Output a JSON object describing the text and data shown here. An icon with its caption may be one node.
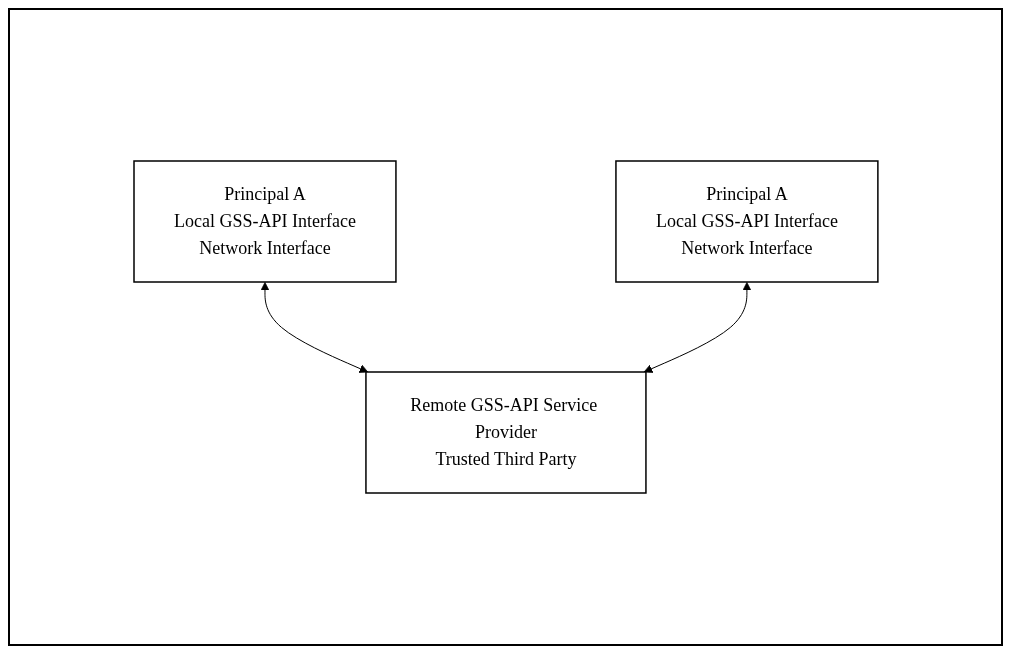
{
  "diagram": {
    "nodes": [
      {
        "text": [
          "Principal A",
          "Local GSS-API Interface",
          "Network Interface"
        ]
      },
      {
        "text": [
          "Principal A",
          "Local GSS-API Interface",
          "Network Interface"
        ]
      },
      {
        "text": [
          "Remote GSS-API Service Provider",
          "Trusted Third Party"
        ]
      }
    ],
    "edges": [
      {
        "from": 0,
        "to": 2,
        "arrow": "both"
      },
      {
        "from": 1,
        "to": 2,
        "arrow": "both"
      }
    ]
  }
}
